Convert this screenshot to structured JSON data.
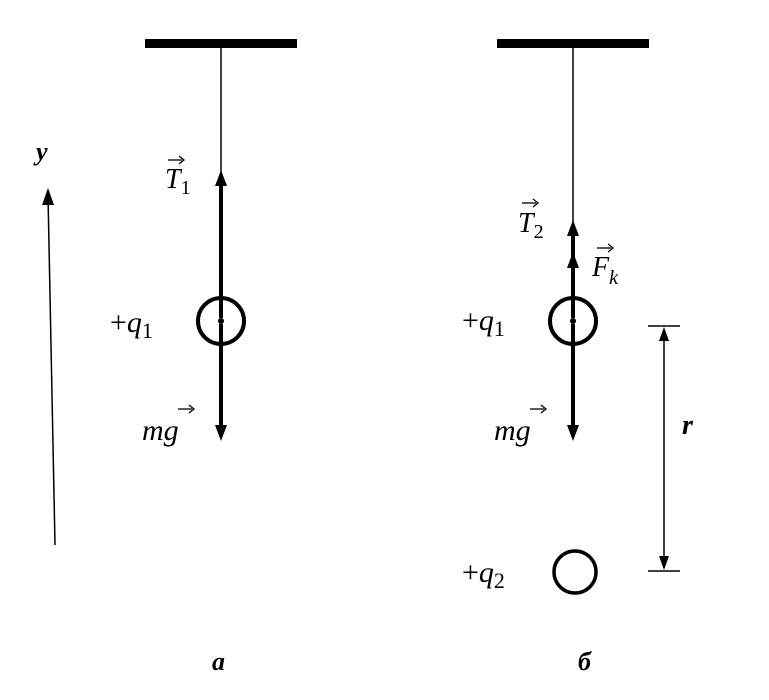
{
  "axis": {
    "label": "y"
  },
  "panel_a": {
    "caption": "а",
    "tension": {
      "letter": "T",
      "subscript": "1"
    },
    "charge": {
      "prefix": "+",
      "letter": "q",
      "subscript": "1"
    },
    "weight": "mg"
  },
  "panel_b": {
    "caption": "б",
    "tension": {
      "letter": "T",
      "subscript": "2"
    },
    "coulomb": {
      "letter": "F",
      "subscript": "k"
    },
    "charge": {
      "prefix": "+",
      "letter": "q",
      "subscript": "1"
    },
    "weight": "mg",
    "distance": "r",
    "second_charge": {
      "prefix": "+",
      "letter": "q",
      "subscript": "2"
    }
  }
}
